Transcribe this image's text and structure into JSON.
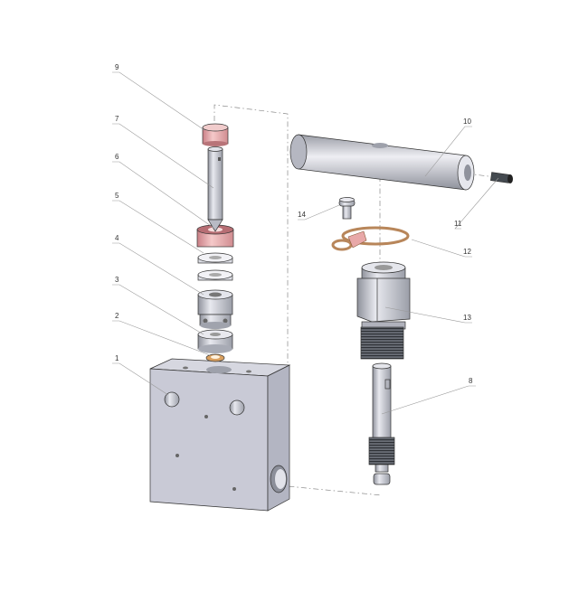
{
  "diagram": {
    "type": "exploded-assembly",
    "colors": {
      "metal": "#c8c8d2",
      "copper": "#e8a8a8",
      "brass": "#d9a060",
      "dark": "#444a50"
    },
    "labels": {
      "p1": "1",
      "p2": "2",
      "p3": "3",
      "p4": "4",
      "p5": "5",
      "p6": "6",
      "p7": "7",
      "p8": "8",
      "p9": "9",
      "p10": "10",
      "p11": "11",
      "p12": "12",
      "p13": "13",
      "p14": "14"
    }
  }
}
